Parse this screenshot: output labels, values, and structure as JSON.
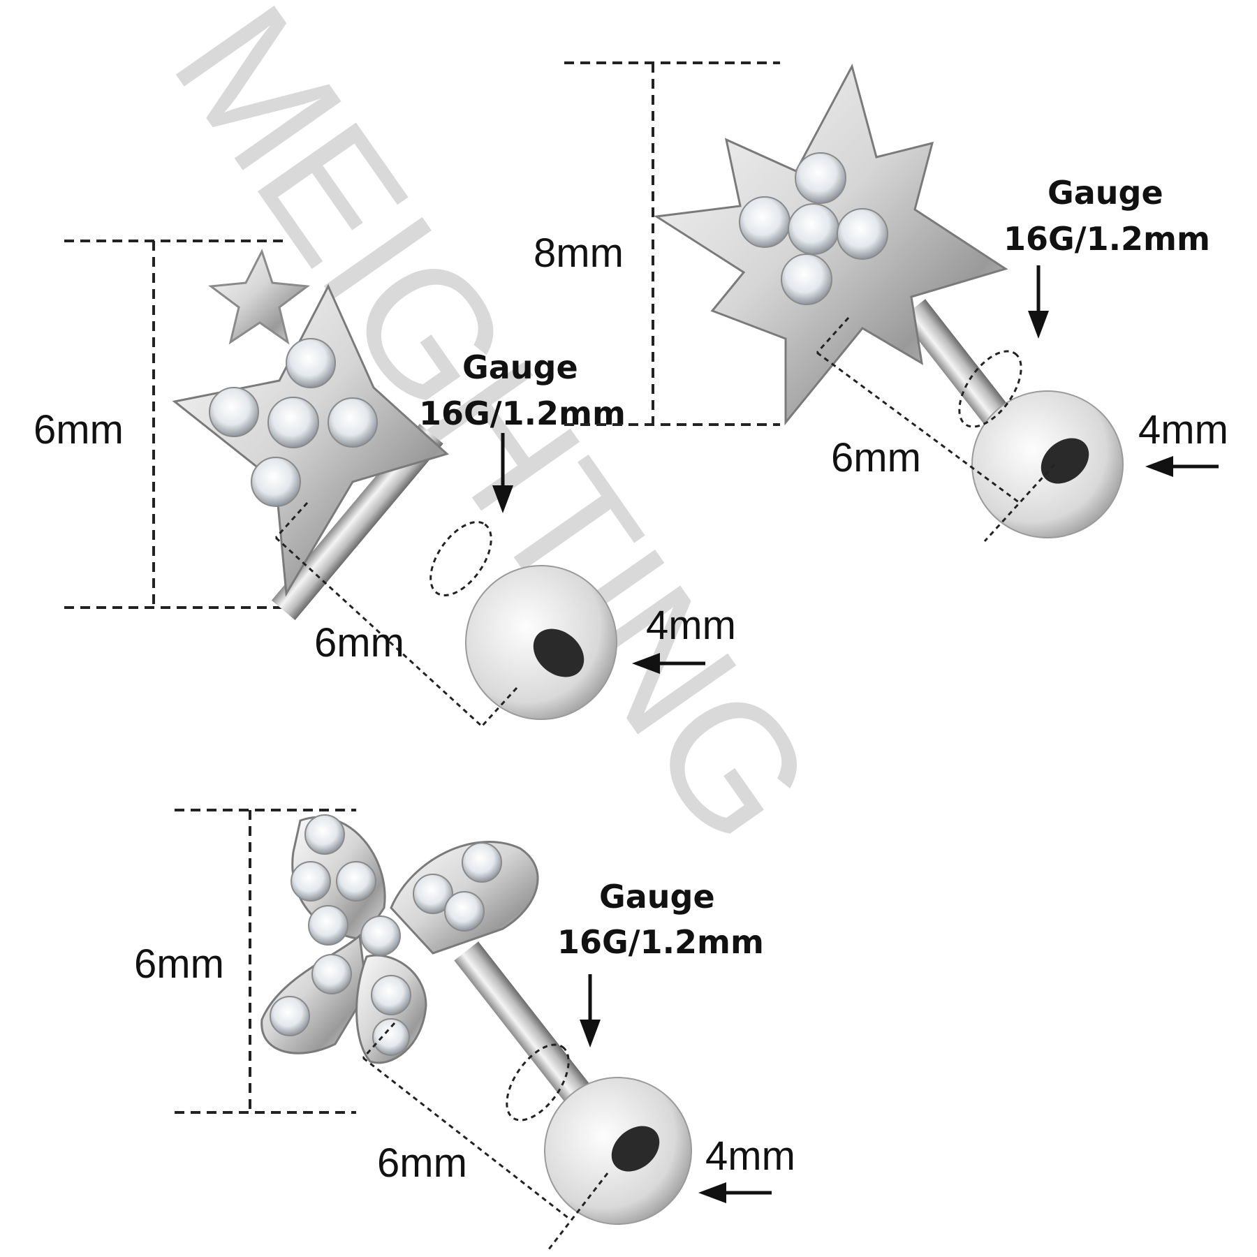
{
  "watermark": "MEIGHTING",
  "colors": {
    "metal_light": "#f2f2f2",
    "metal_mid": "#c8c8c8",
    "metal_dark": "#6e6e6e",
    "gem": "#e9eef2",
    "watermark": "#d9d9d9"
  },
  "items": [
    {
      "name": "star-cluster-labret",
      "height": "6mm",
      "bar_length": "6mm",
      "disc": "4mm",
      "gauge_title": "Gauge",
      "gauge_value": "16G/1.2mm"
    },
    {
      "name": "starburst-labret",
      "height": "8mm",
      "bar_length": "6mm",
      "disc": "4mm",
      "gauge_title": "Gauge",
      "gauge_value": "16G/1.2mm"
    },
    {
      "name": "butterfly-labret",
      "height": "6mm",
      "bar_length": "6mm",
      "disc": "4mm",
      "gauge_title": "Gauge",
      "gauge_value": "16G/1.2mm"
    }
  ]
}
